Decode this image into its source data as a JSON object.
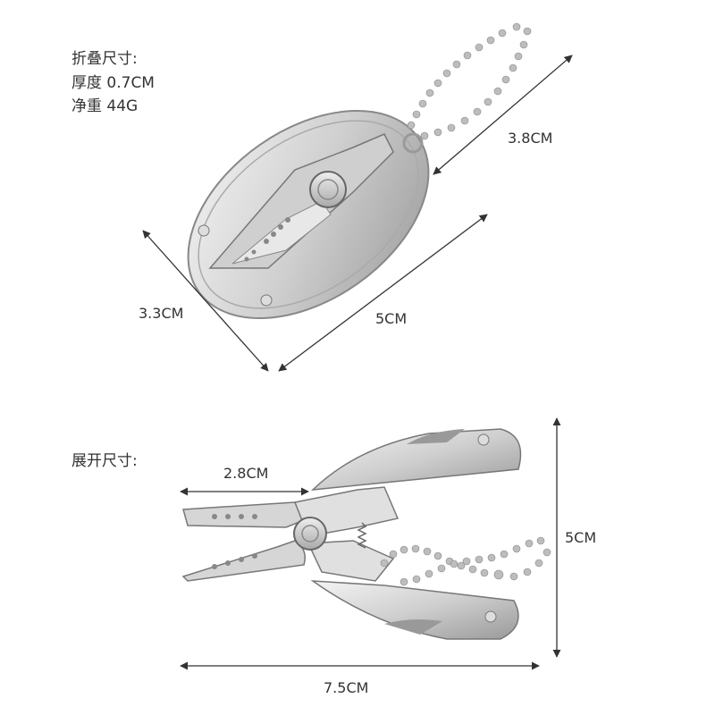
{
  "folded": {
    "heading": "折叠尺寸:",
    "thickness": "厚度 0.7CM",
    "weight": "净重 44G",
    "dim_length": "5CM",
    "dim_width": "3.3CM",
    "dim_chain_side": "3.8CM"
  },
  "unfolded": {
    "heading": "展开尺寸:",
    "dim_jaw": "2.8CM",
    "dim_height": "5CM",
    "dim_length": "7.5CM"
  },
  "colors": {
    "steel_light": "#e6e6e6",
    "steel_mid": "#bdbdbd",
    "steel_dark": "#8a8a8a",
    "line": "#555555"
  }
}
